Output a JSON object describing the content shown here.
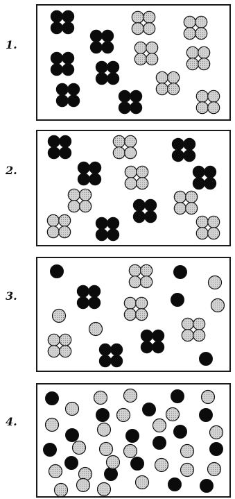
{
  "colors": {
    "dark_particle": "#0b0b0b",
    "light_particle_fill": "#d3d3d3",
    "light_particle_dot": "#8c8c8c",
    "outline": "#111111",
    "box_border": "#1a1a1a",
    "background": "#ffffff"
  },
  "panels": [
    {
      "label": "1.",
      "molecules": [
        {
          "type": "dark",
          "atoms": 4
        },
        {
          "type": "dark",
          "atoms": 4
        },
        {
          "type": "dark",
          "atoms": 4
        },
        {
          "type": "dark",
          "atoms": 4
        },
        {
          "type": "dark",
          "atoms": 4
        },
        {
          "type": "dark",
          "atoms": 4
        },
        {
          "type": "light",
          "atoms": 4
        },
        {
          "type": "light",
          "atoms": 4
        },
        {
          "type": "light",
          "atoms": 4
        },
        {
          "type": "light",
          "atoms": 4
        },
        {
          "type": "light",
          "atoms": 4
        },
        {
          "type": "light",
          "atoms": 4
        }
      ]
    },
    {
      "label": "2.",
      "molecules": [
        {
          "type": "dark",
          "atoms": 4
        },
        {
          "type": "dark",
          "atoms": 4
        },
        {
          "type": "dark",
          "atoms": 4
        },
        {
          "type": "dark",
          "atoms": 4
        },
        {
          "type": "dark",
          "atoms": 4
        },
        {
          "type": "dark",
          "atoms": 4
        },
        {
          "type": "light",
          "atoms": 4
        },
        {
          "type": "light",
          "atoms": 4
        },
        {
          "type": "light",
          "atoms": 4
        },
        {
          "type": "light",
          "atoms": 4
        },
        {
          "type": "light",
          "atoms": 4
        },
        {
          "type": "light",
          "atoms": 4
        }
      ]
    },
    {
      "label": "3.",
      "molecules": [
        {
          "type": "dark",
          "atoms": 4
        },
        {
          "type": "dark",
          "atoms": 4
        },
        {
          "type": "dark",
          "atoms": 4
        },
        {
          "type": "light",
          "atoms": 4
        },
        {
          "type": "light",
          "atoms": 4
        },
        {
          "type": "light",
          "atoms": 4
        },
        {
          "type": "light",
          "atoms": 4
        },
        {
          "type": "dark",
          "atoms": 1
        },
        {
          "type": "dark",
          "atoms": 1
        },
        {
          "type": "dark",
          "atoms": 1
        },
        {
          "type": "dark",
          "atoms": 1
        },
        {
          "type": "light",
          "atoms": 1
        },
        {
          "type": "light",
          "atoms": 1
        },
        {
          "type": "light",
          "atoms": 1
        },
        {
          "type": "light",
          "atoms": 1
        }
      ]
    },
    {
      "label": "4.",
      "molecules": [
        {
          "type": "dark",
          "atoms": 1
        },
        {
          "type": "dark",
          "atoms": 1
        },
        {
          "type": "dark",
          "atoms": 1
        },
        {
          "type": "dark",
          "atoms": 1
        },
        {
          "type": "dark",
          "atoms": 1
        },
        {
          "type": "dark",
          "atoms": 1
        },
        {
          "type": "dark",
          "atoms": 1
        },
        {
          "type": "dark",
          "atoms": 1
        },
        {
          "type": "dark",
          "atoms": 1
        },
        {
          "type": "dark",
          "atoms": 1
        },
        {
          "type": "dark",
          "atoms": 1
        },
        {
          "type": "dark",
          "atoms": 1
        },
        {
          "type": "dark",
          "atoms": 1
        },
        {
          "type": "dark",
          "atoms": 1
        },
        {
          "type": "dark",
          "atoms": 1
        },
        {
          "type": "dark",
          "atoms": 1
        },
        {
          "type": "light",
          "atoms": 1
        },
        {
          "type": "light",
          "atoms": 1
        },
        {
          "type": "light",
          "atoms": 1
        },
        {
          "type": "light",
          "atoms": 1
        },
        {
          "type": "light",
          "atoms": 1
        },
        {
          "type": "light",
          "atoms": 1
        },
        {
          "type": "light",
          "atoms": 1
        },
        {
          "type": "light",
          "atoms": 1
        },
        {
          "type": "light",
          "atoms": 1
        },
        {
          "type": "light",
          "atoms": 1
        },
        {
          "type": "light",
          "atoms": 1
        },
        {
          "type": "light",
          "atoms": 1
        },
        {
          "type": "light",
          "atoms": 1
        },
        {
          "type": "light",
          "atoms": 1
        },
        {
          "type": "light",
          "atoms": 1
        },
        {
          "type": "light",
          "atoms": 1
        },
        {
          "type": "light",
          "atoms": 1
        },
        {
          "type": "light",
          "atoms": 1
        },
        {
          "type": "light",
          "atoms": 1
        },
        {
          "type": "light",
          "atoms": 1
        },
        {
          "type": "light",
          "atoms": 1
        },
        {
          "type": "light",
          "atoms": 1
        },
        {
          "type": "light",
          "atoms": 1
        },
        {
          "type": "light",
          "atoms": 1
        }
      ]
    }
  ]
}
